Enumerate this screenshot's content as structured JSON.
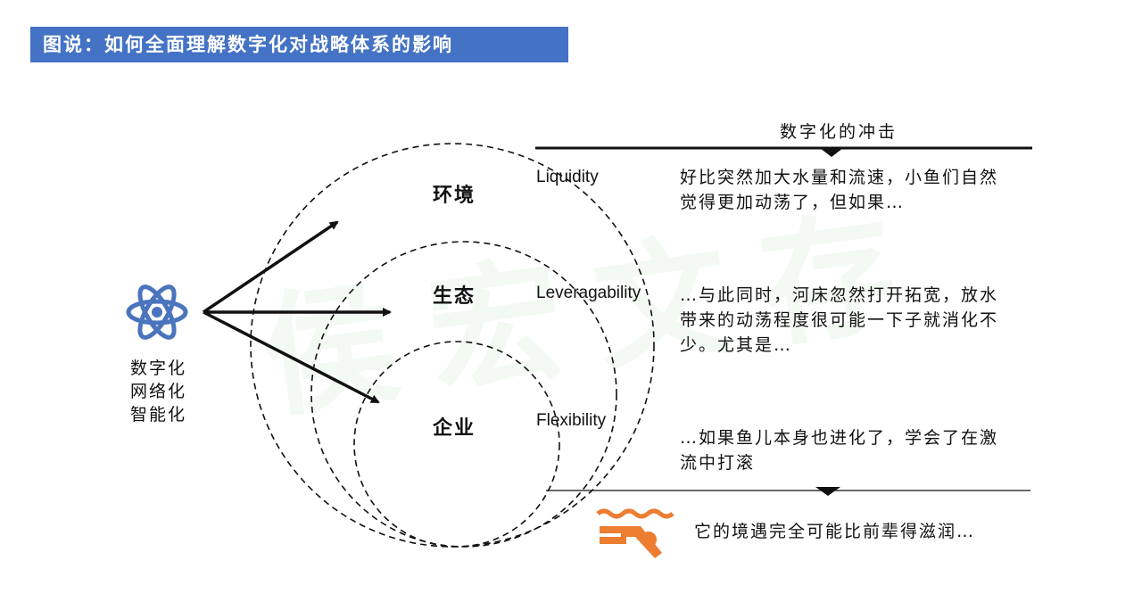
{
  "title": "图说：如何全面理解数字化对战略体系的影响",
  "watermark": "侯宏文存",
  "impact_header": "数字化的冲击",
  "driver_labels": [
    "数字化",
    "网络化",
    "智能化"
  ],
  "layers": [
    {
      "name": "环境",
      "term": "Liquidity",
      "description": "好比突然加大水量和流速，小鱼们自然觉得更加动荡了，但如果…"
    },
    {
      "name": "生态",
      "term": "Leveragability",
      "description": "…与此同时，河床忽然打开拓宽，放水带来的动荡程度很可能一下子就消化不少。尤其是…"
    },
    {
      "name": "企业",
      "term": "Flexibility",
      "description": "…如果鱼儿本身也进化了，学会了在激流中打滚"
    }
  ],
  "conclusion": "它的境遇完全可能比前辈得滋润…",
  "colors": {
    "title_bar": "#4472c4",
    "atom_icon": "#4a74bd",
    "swimmer_icon": "#ec7d31",
    "lines": "#111111"
  },
  "icons": [
    "atom-icon",
    "swimmer-icon"
  ]
}
